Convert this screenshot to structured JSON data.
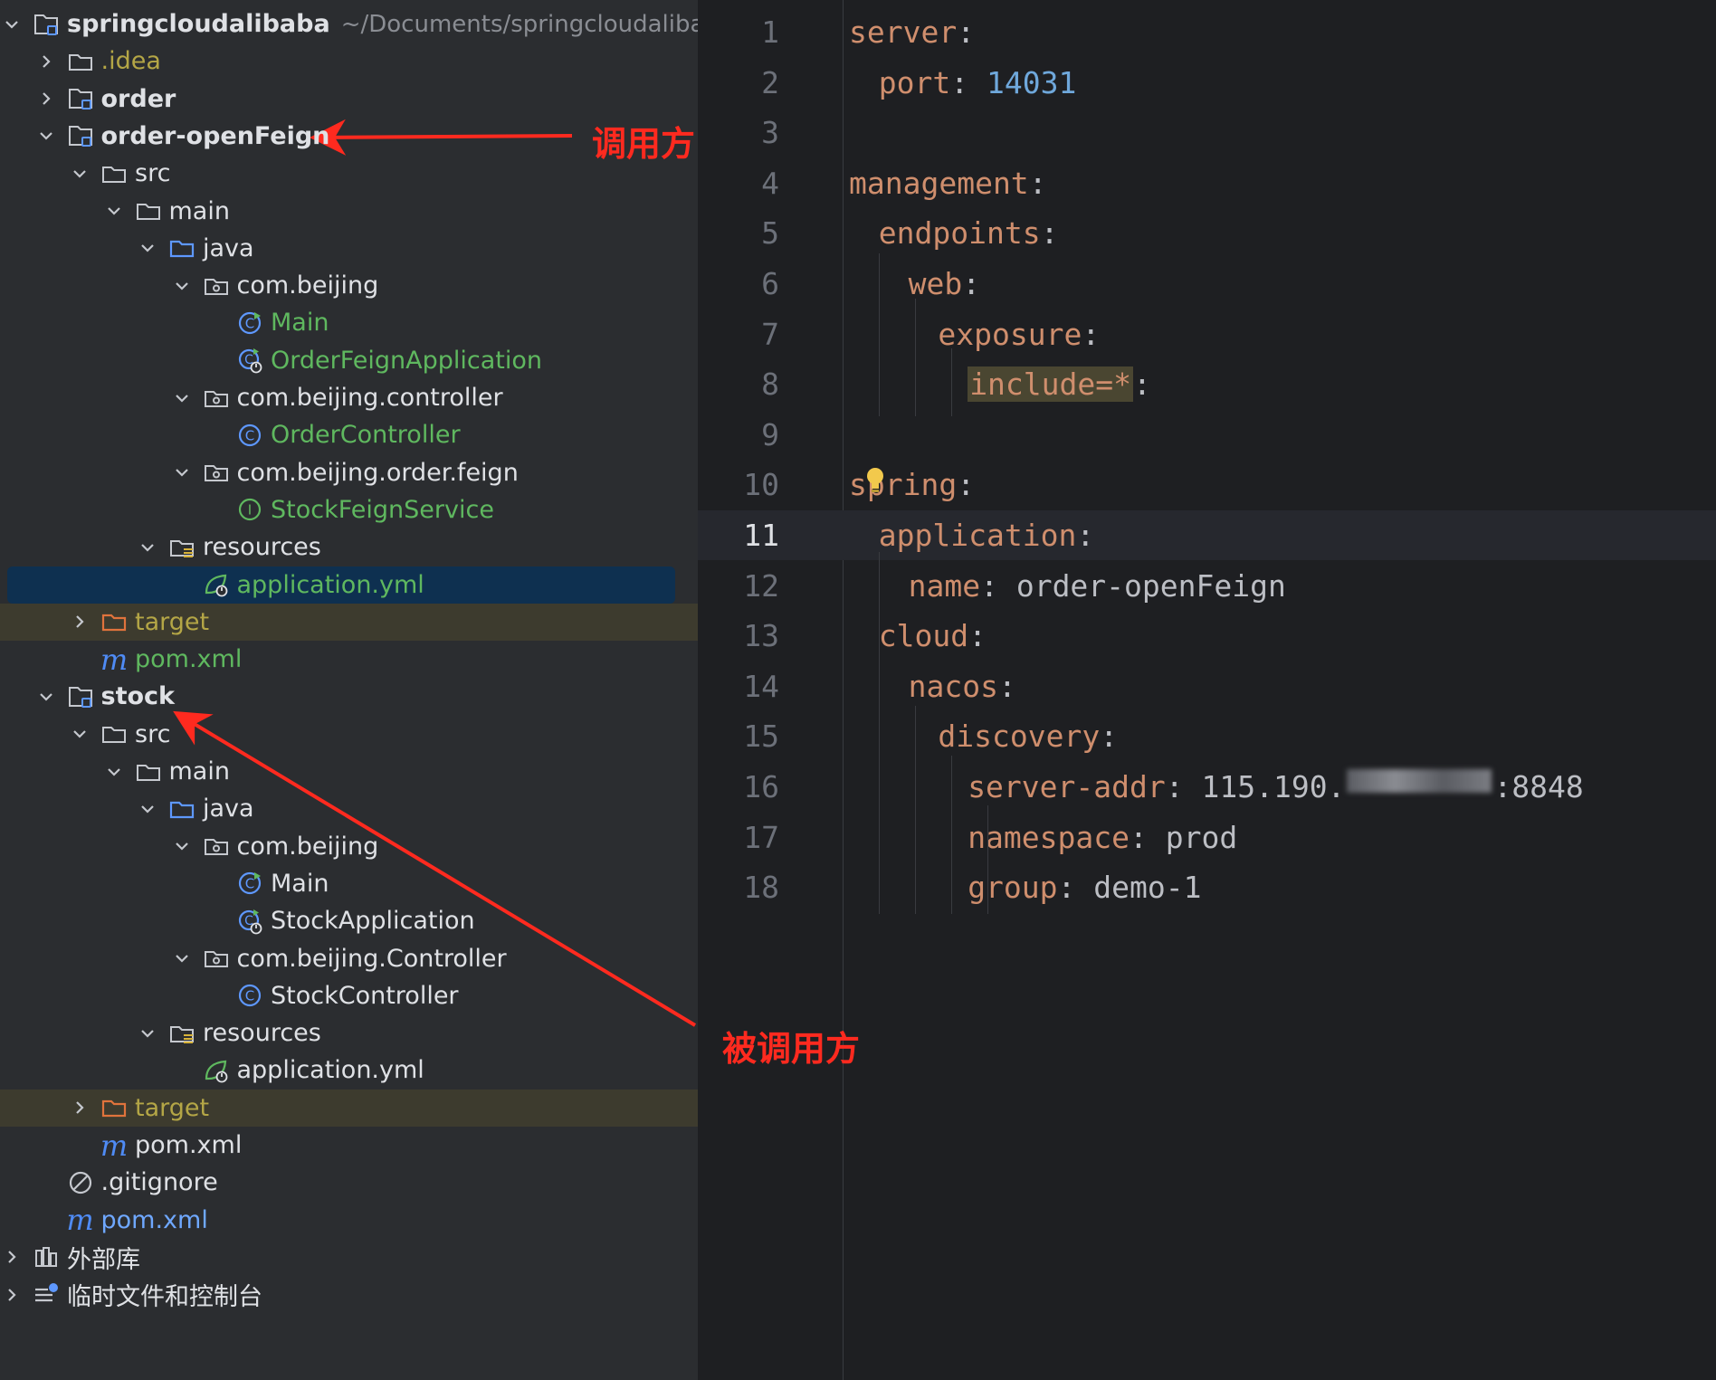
{
  "project_tree": {
    "rows": [
      {
        "depth": 0,
        "chevron": "down",
        "icon": "module-folder-icon",
        "label": "springcloudalibaba",
        "style": "bold",
        "path": "~/Documents/springcloudalibaba"
      },
      {
        "depth": 1,
        "chevron": "right",
        "icon": "folder-icon",
        "label": ".idea",
        "style": "idea"
      },
      {
        "depth": 1,
        "chevron": "right",
        "icon": "module-folder-icon",
        "label": "order",
        "style": "bold"
      },
      {
        "depth": 1,
        "chevron": "down",
        "icon": "module-folder-icon",
        "label": "order-openFeign",
        "style": "bold"
      },
      {
        "depth": 2,
        "chevron": "down",
        "icon": "folder-icon",
        "label": "src",
        "style": ""
      },
      {
        "depth": 3,
        "chevron": "down",
        "icon": "folder-icon",
        "label": "main",
        "style": ""
      },
      {
        "depth": 4,
        "chevron": "down",
        "icon": "source-folder-icon",
        "label": "java",
        "style": ""
      },
      {
        "depth": 5,
        "chevron": "down",
        "icon": "package-icon",
        "label": "com.beijing",
        "style": ""
      },
      {
        "depth": 6,
        "chevron": "none",
        "icon": "class-main-icon",
        "label": "Main",
        "style": "green"
      },
      {
        "depth": 6,
        "chevron": "none",
        "icon": "spring-app-icon",
        "label": "OrderFeignApplication",
        "style": "green"
      },
      {
        "depth": 5,
        "chevron": "down",
        "icon": "package-icon",
        "label": "com.beijing.controller",
        "style": ""
      },
      {
        "depth": 6,
        "chevron": "none",
        "icon": "class-icon",
        "label": "OrderController",
        "style": "green"
      },
      {
        "depth": 5,
        "chevron": "down",
        "icon": "package-icon",
        "label": "com.beijing.order.feign",
        "style": ""
      },
      {
        "depth": 6,
        "chevron": "none",
        "icon": "interface-icon",
        "label": "StockFeignService",
        "style": "green"
      },
      {
        "depth": 4,
        "chevron": "down",
        "icon": "resources-folder-icon",
        "label": "resources",
        "style": ""
      },
      {
        "depth": 5,
        "chevron": "none",
        "icon": "spring-yml-icon",
        "label": "application.yml",
        "style": "green",
        "selected": true
      },
      {
        "depth": 2,
        "chevron": "right",
        "icon": "target-folder-icon",
        "label": "target",
        "style": "olive",
        "excluded": true
      },
      {
        "depth": 2,
        "chevron": "none",
        "icon": "maven-icon",
        "label": "pom.xml",
        "style": "green"
      },
      {
        "depth": 1,
        "chevron": "down",
        "icon": "module-folder-icon",
        "label": "stock",
        "style": "bold"
      },
      {
        "depth": 2,
        "chevron": "down",
        "icon": "folder-icon",
        "label": "src",
        "style": ""
      },
      {
        "depth": 3,
        "chevron": "down",
        "icon": "folder-icon",
        "label": "main",
        "style": ""
      },
      {
        "depth": 4,
        "chevron": "down",
        "icon": "source-folder-icon",
        "label": "java",
        "style": ""
      },
      {
        "depth": 5,
        "chevron": "down",
        "icon": "package-icon",
        "label": "com.beijing",
        "style": ""
      },
      {
        "depth": 6,
        "chevron": "none",
        "icon": "class-main-icon",
        "label": "Main",
        "style": ""
      },
      {
        "depth": 6,
        "chevron": "none",
        "icon": "spring-app-icon",
        "label": "StockApplication",
        "style": ""
      },
      {
        "depth": 5,
        "chevron": "down",
        "icon": "package-icon",
        "label": "com.beijing.Controller",
        "style": ""
      },
      {
        "depth": 6,
        "chevron": "none",
        "icon": "class-icon",
        "label": "StockController",
        "style": ""
      },
      {
        "depth": 4,
        "chevron": "down",
        "icon": "resources-folder-icon",
        "label": "resources",
        "style": ""
      },
      {
        "depth": 5,
        "chevron": "none",
        "icon": "spring-yml-icon",
        "label": "application.yml",
        "style": ""
      },
      {
        "depth": 2,
        "chevron": "right",
        "icon": "target-folder-icon",
        "label": "target",
        "style": "olive",
        "excluded": true
      },
      {
        "depth": 2,
        "chevron": "none",
        "icon": "maven-icon",
        "label": "pom.xml",
        "style": ""
      },
      {
        "depth": 1,
        "chevron": "none",
        "icon": "gitignore-icon",
        "label": ".gitignore",
        "style": ""
      },
      {
        "depth": 1,
        "chevron": "none",
        "icon": "maven-icon",
        "label": "pom.xml",
        "style": "blue"
      },
      {
        "depth": 0,
        "chevron": "right",
        "icon": "library-icon",
        "label": "外部库",
        "style": ""
      },
      {
        "depth": 0,
        "chevron": "right",
        "icon": "scratches-icon",
        "label": "临时文件和控制台",
        "style": ""
      }
    ]
  },
  "editor": {
    "current_line": 11,
    "lines": [
      {
        "n": "1",
        "indent": 0,
        "parts": [
          [
            "k",
            "server"
          ],
          [
            "p",
            ":"
          ]
        ]
      },
      {
        "n": "2",
        "indent": 1,
        "parts": [
          [
            "k",
            "port"
          ],
          [
            "p",
            ": "
          ],
          [
            "n",
            "14031"
          ]
        ]
      },
      {
        "n": "3",
        "indent": 0,
        "parts": []
      },
      {
        "n": "4",
        "indent": 0,
        "parts": [
          [
            "k",
            "management"
          ],
          [
            "p",
            ":"
          ]
        ]
      },
      {
        "n": "5",
        "indent": 1,
        "parts": [
          [
            "k",
            "endpoints"
          ],
          [
            "p",
            ":"
          ]
        ]
      },
      {
        "n": "6",
        "indent": 2,
        "parts": [
          [
            "k",
            "web"
          ],
          [
            "p",
            ":"
          ]
        ]
      },
      {
        "n": "7",
        "indent": 3,
        "parts": [
          [
            "k",
            "exposure"
          ],
          [
            "p",
            ":"
          ]
        ]
      },
      {
        "n": "8",
        "indent": 4,
        "parts": [
          [
            "hl",
            "include=*"
          ],
          [
            "p",
            ":"
          ]
        ]
      },
      {
        "n": "9",
        "indent": 0,
        "parts": []
      },
      {
        "n": "10",
        "indent": 0,
        "parts": [
          [
            "k",
            "spring"
          ],
          [
            "p",
            ":"
          ]
        ]
      },
      {
        "n": "11",
        "indent": 1,
        "parts": [
          [
            "k",
            "application"
          ],
          [
            "p",
            ":"
          ]
        ]
      },
      {
        "n": "12",
        "indent": 2,
        "parts": [
          [
            "k",
            "name"
          ],
          [
            "p",
            ": "
          ],
          [
            "v",
            "order-openFeign"
          ]
        ]
      },
      {
        "n": "13",
        "indent": 1,
        "parts": [
          [
            "k",
            "cloud"
          ],
          [
            "p",
            ":"
          ]
        ]
      },
      {
        "n": "14",
        "indent": 2,
        "parts": [
          [
            "k",
            "nacos"
          ],
          [
            "p",
            ":"
          ]
        ]
      },
      {
        "n": "15",
        "indent": 3,
        "parts": [
          [
            "k",
            "discovery"
          ],
          [
            "p",
            ":"
          ]
        ]
      },
      {
        "n": "16",
        "indent": 4,
        "parts": [
          [
            "k",
            "server-addr"
          ],
          [
            "p",
            ": "
          ],
          [
            "v",
            "115.190."
          ],
          [
            "blur",
            ""
          ],
          [
            "v",
            ":8848"
          ]
        ]
      },
      {
        "n": "17",
        "indent": 4,
        "parts": [
          [
            "k",
            "namespace"
          ],
          [
            "p",
            ": "
          ],
          [
            "v",
            "prod"
          ]
        ]
      },
      {
        "n": "18",
        "indent": 4,
        "parts": [
          [
            "k",
            "group"
          ],
          [
            "p",
            ": "
          ],
          [
            "v",
            "demo-1"
          ]
        ]
      }
    ]
  },
  "annotations": {
    "caller": "调用方",
    "callee": "被调用方"
  },
  "colors": {
    "arrow": "#ff2a1f",
    "key": "#cf8e6d",
    "number": "#6fa8dc"
  }
}
